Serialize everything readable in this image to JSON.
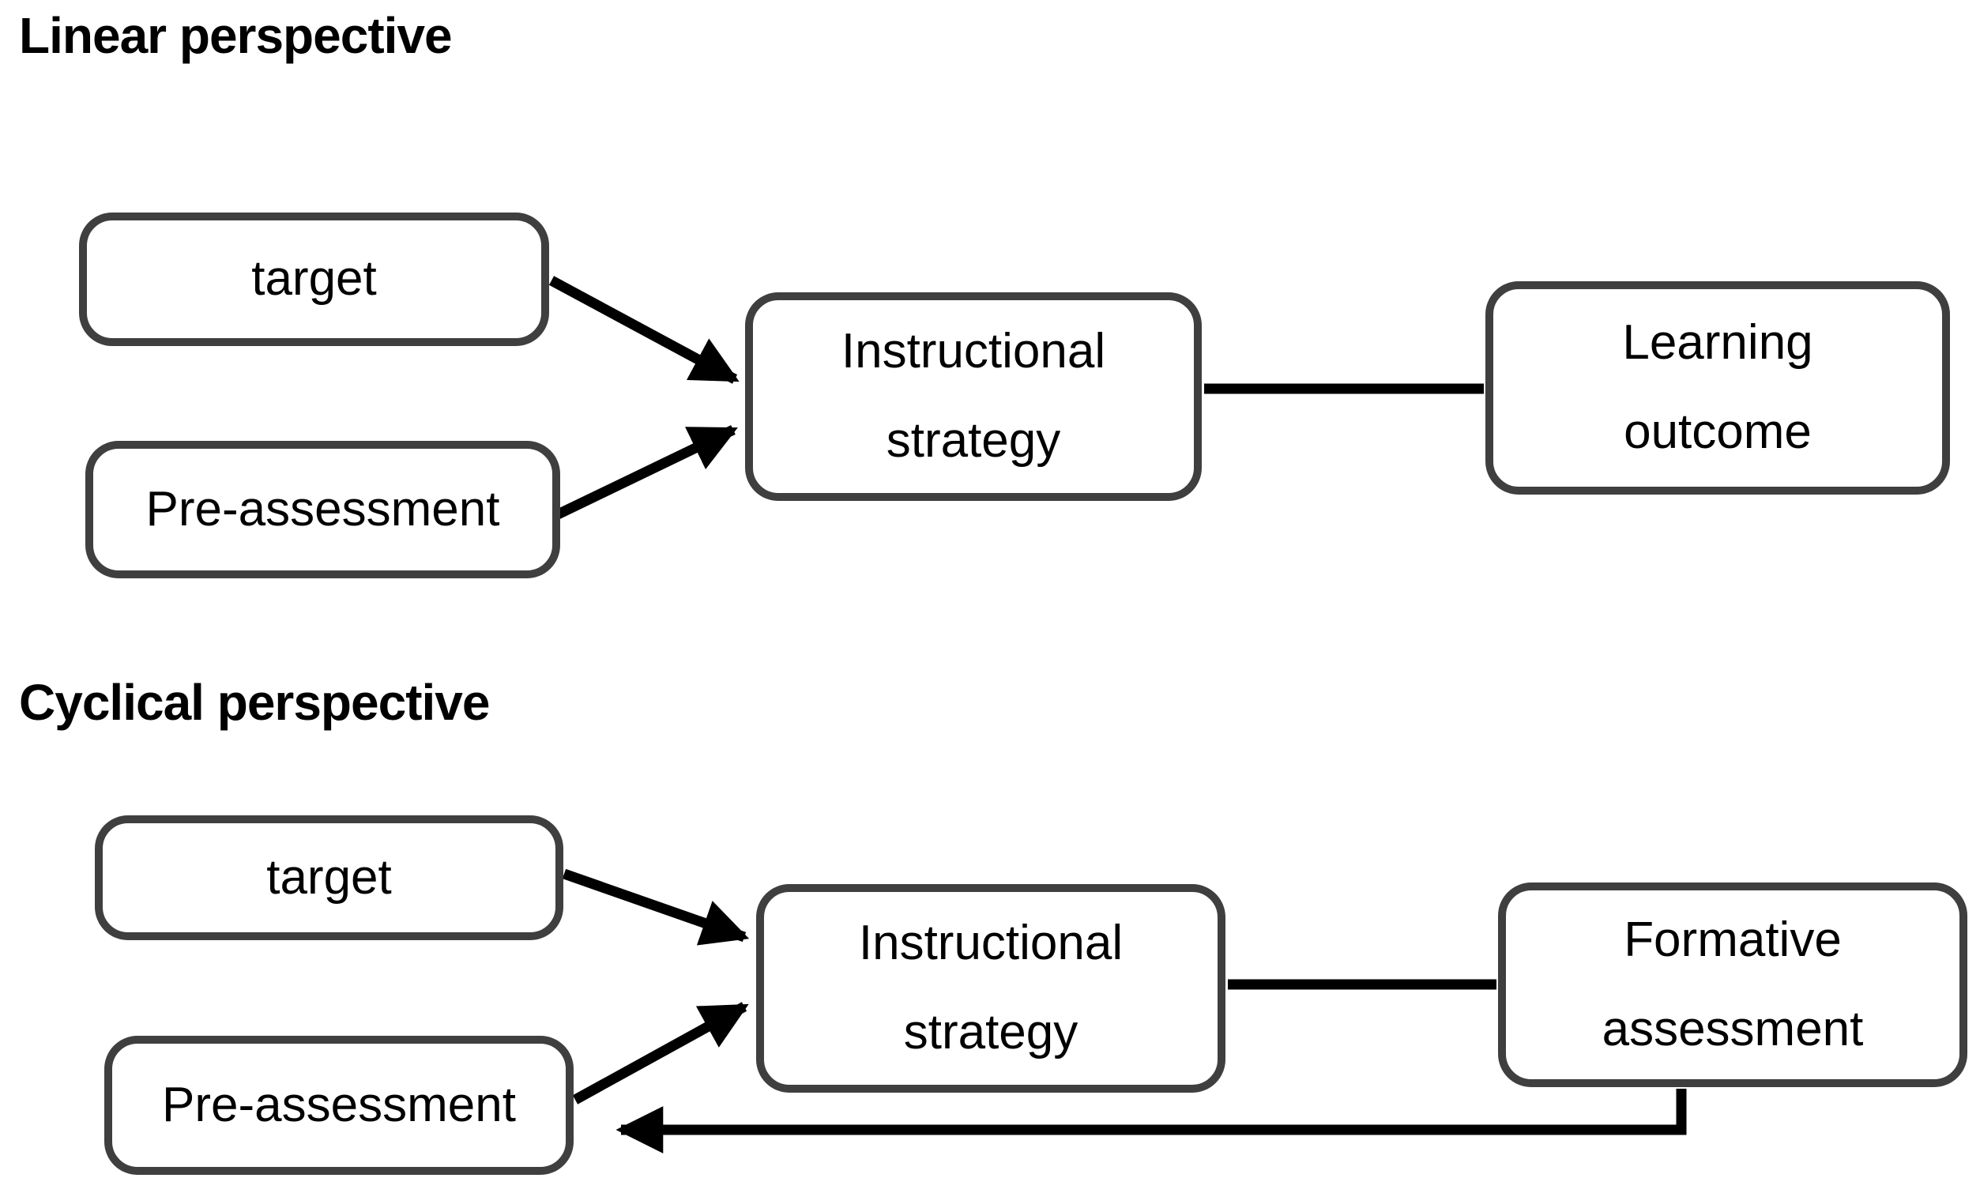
{
  "colors": {
    "background": "#ffffff",
    "box_border": "#3f3f3f",
    "box_fill": "#ffffff",
    "arrow": "#000000",
    "text": "#000000"
  },
  "linear": {
    "heading": "Linear perspective",
    "target": {
      "label": "target"
    },
    "pre_assessment": {
      "label": "Pre-assessment"
    },
    "instructional_strategy": {
      "line1": "Instructional",
      "line2": "strategy"
    },
    "learning_outcome": {
      "line1": "Learning",
      "line2": "outcome"
    }
  },
  "cyclical": {
    "heading": "Cyclical perspective",
    "target": {
      "label": "target"
    },
    "pre_assessment": {
      "label": "Pre-assessment"
    },
    "instructional_strategy": {
      "line1": "Instructional",
      "line2": "strategy"
    },
    "formative_assessment": {
      "line1": "Formative",
      "line2": "assessment"
    }
  }
}
